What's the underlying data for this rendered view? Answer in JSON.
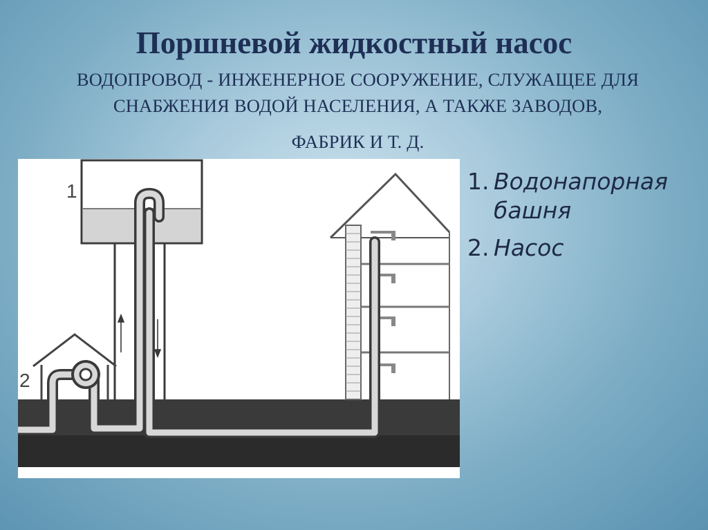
{
  "slide": {
    "title": "Поршневой жидкостный насос",
    "subtitle_lines": [
      "ВОДОПРОВОД - ИНЖЕНЕРНОЕ СООРУЖЕНИЕ, СЛУЖАЩЕЕ ДЛЯ",
      "СНАБЖЕНИЯ ВОДОЙ НАСЕЛЕНИЯ, А ТАКЖЕ ЗАВОДОВ,",
      "ФАБРИК И Т. Д."
    ]
  },
  "figure": {
    "labels": [
      "1",
      "2"
    ]
  },
  "legend": {
    "items": [
      {
        "number": "1.",
        "text": "Водонапорная башня"
      },
      {
        "number": "2.",
        "text": "Насос"
      }
    ]
  }
}
